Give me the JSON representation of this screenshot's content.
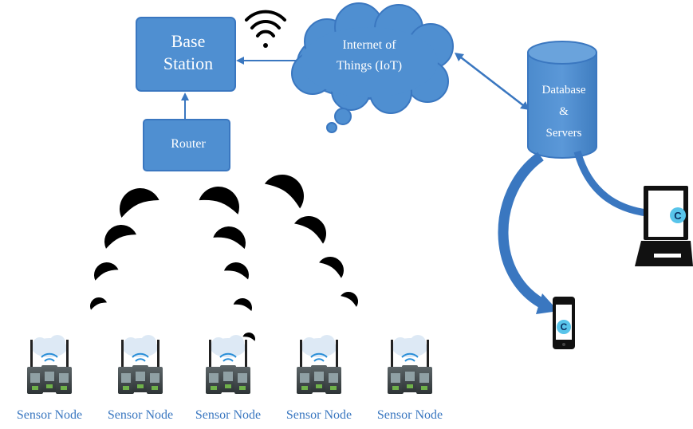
{
  "base_station": {
    "line1": "Base",
    "line2": "Station"
  },
  "router": {
    "label": "Router"
  },
  "iot_cloud": {
    "line1": "Internet of",
    "line2": "Things (IoT)"
  },
  "database": {
    "line1": "Database",
    "line2": "&",
    "line3": "Servers"
  },
  "sensor_nodes": [
    {
      "label": "Sensor Node"
    },
    {
      "label": "Sensor Node"
    },
    {
      "label": "Sensor Node"
    },
    {
      "label": "Sensor Node"
    },
    {
      "label": "Sensor Node"
    }
  ],
  "icons": {
    "wifi": "wifi-icon",
    "laptop": "laptop-icon",
    "phone": "smartphone-icon",
    "app_badge": "c-app-icon"
  },
  "colors": {
    "box_fill": "#4f8fd1",
    "box_stroke": "#3a77c0",
    "arrow": "#3a77c0",
    "signal": "#000000",
    "label_text": "#3a77c0",
    "node_case": "#3f4749"
  }
}
